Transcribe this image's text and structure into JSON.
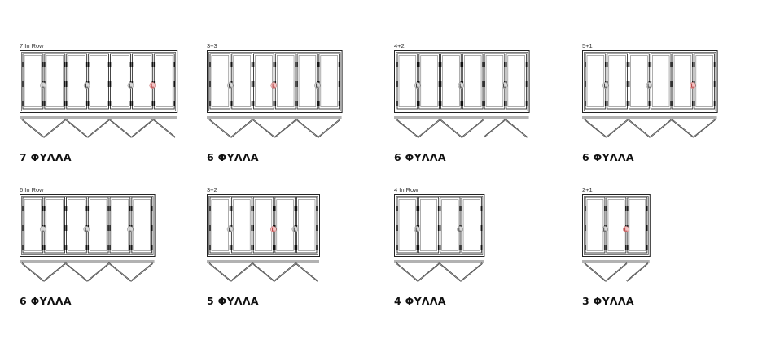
{
  "title": "",
  "configs": [
    {
      "label": "7 In Row",
      "count": "7 ΦΥΛΛΑ",
      "panels": 7,
      "groups": [
        7
      ],
      "active": 6,
      "handles": [
        1,
        3,
        5,
        6
      ],
      "red": [
        6
      ]
    },
    {
      "label": "3+3",
      "count": "6 ΦΥΛΛΑ",
      "panels": 6,
      "groups": [
        3,
        3
      ],
      "handles": [
        1,
        3,
        5
      ],
      "red": [
        3
      ]
    },
    {
      "label": "4+2",
      "count": "6 ΦΥΛΛΑ",
      "panels": 6,
      "groups": [
        4,
        2
      ],
      "handles": [
        1,
        3,
        5
      ],
      "red": []
    },
    {
      "label": "5+1",
      "count": "6 ΦΥΛΛΑ",
      "panels": 6,
      "groups": [
        5,
        1
      ],
      "handles": [
        1,
        3,
        5
      ],
      "red": [
        5
      ]
    },
    {
      "label": "6 In Row",
      "count": "6 ΦΥΛΛΑ",
      "panels": 6,
      "groups": [
        6
      ],
      "handles": [
        1,
        3,
        5
      ],
      "red": []
    },
    {
      "label": "3+2",
      "count": "5 ΦΥΛΛΑ",
      "panels": 5,
      "groups": [
        3,
        2
      ],
      "handles": [
        1,
        3,
        4
      ],
      "red": [
        3
      ]
    },
    {
      "label": "4 In Row",
      "count": "4 ΦΥΛΛΑ",
      "panels": 4,
      "groups": [
        4
      ],
      "handles": [
        1,
        3
      ],
      "red": []
    },
    {
      "label": "2+1",
      "count": "3 ΦΥΛΛΑ",
      "panels": 3,
      "groups": [
        2,
        1
      ],
      "handles": [
        1,
        2
      ],
      "red": [
        2
      ]
    }
  ]
}
